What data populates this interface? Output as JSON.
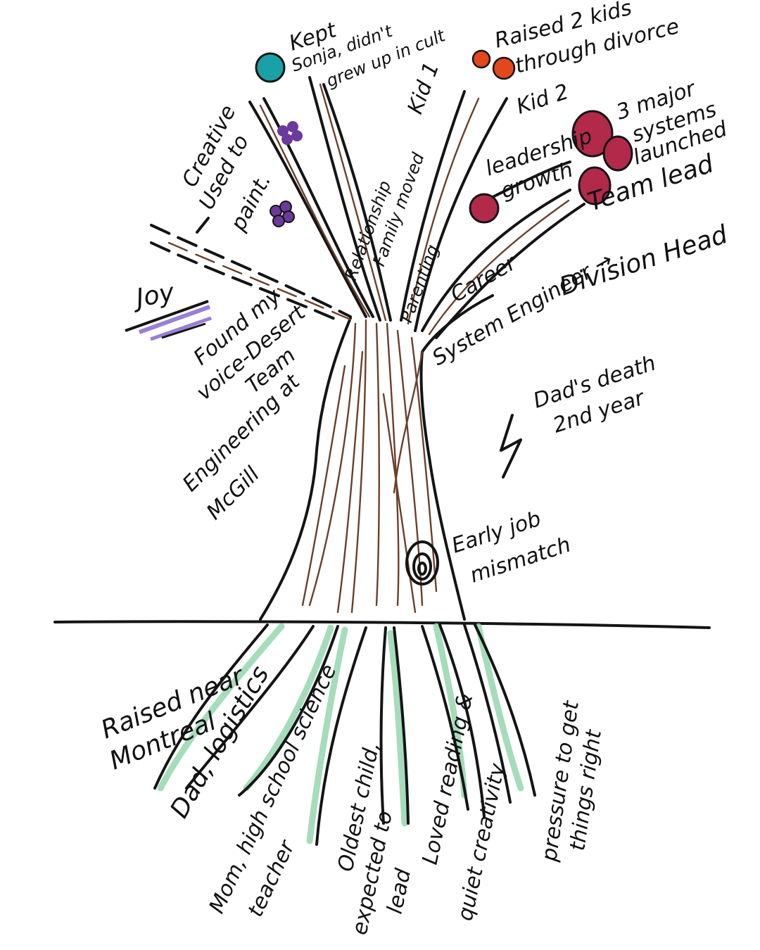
{
  "labels": {
    "kept_skills": "Kept",
    "kept_skills_2": "Sonja, didn't",
    "grew_up_culture": "grew up in cult",
    "raised_kids": "Raised 2 kids",
    "through_divorce": "through divorce",
    "kid1": "Kid 1",
    "kid2": "Kid 2",
    "creative": "Creative",
    "used_to_paint": "Used to",
    "used_to_paint_2": "paint.",
    "relationship": "Relationship",
    "family_moved": "Family moved",
    "leadership_growth": "leadership",
    "leadership_growth_2": "growth",
    "major_systems": "3 major",
    "major_systems_2": "systems",
    "major_systems_3": "launched",
    "team_lead": "Team lead",
    "division_head": "Division Head",
    "system_engineer": "System Engineer →",
    "career": "Career",
    "parenting": "Parenting",
    "joy": "Joy",
    "found_my_voice": "Found my",
    "found_my_voice_2": "voice-Desert",
    "found_my_voice_3": "Team",
    "engineering_mcgill": "Engineering at",
    "engineering_mcgill_2": "McGill",
    "dads_death": "Dad's death",
    "dads_death_2": "2nd year",
    "early_job": "Early job",
    "early_job_2": "mismatch",
    "raised_montreal": "Raised near",
    "raised_montreal_2": "Montreal",
    "dad_logistics": "Dad, logistics",
    "mom_teacher": "Mom, high school science",
    "mom_teacher_2": "teacher",
    "oldest_child": "Oldest child,",
    "oldest_child_2": "expected to",
    "oldest_child_3": "lead",
    "loved_reading": "Loved reading &",
    "loved_reading_2": "quiet creativity",
    "pressure": "pressure to get",
    "pressure_2": "things right"
  },
  "colors": {
    "ink": "#141414",
    "trunk": "#6b3f2a",
    "roots": "#8fd3a8",
    "teal_fruit": "#1aa1a8",
    "orange_fruit": "#e2481c",
    "red_fruit": "#b3294a",
    "purple_fruit": "#6b3a9c",
    "joy_stroke": "#9b7fd6"
  },
  "icons": [
    "lightning-icon",
    "knot-icon"
  ]
}
